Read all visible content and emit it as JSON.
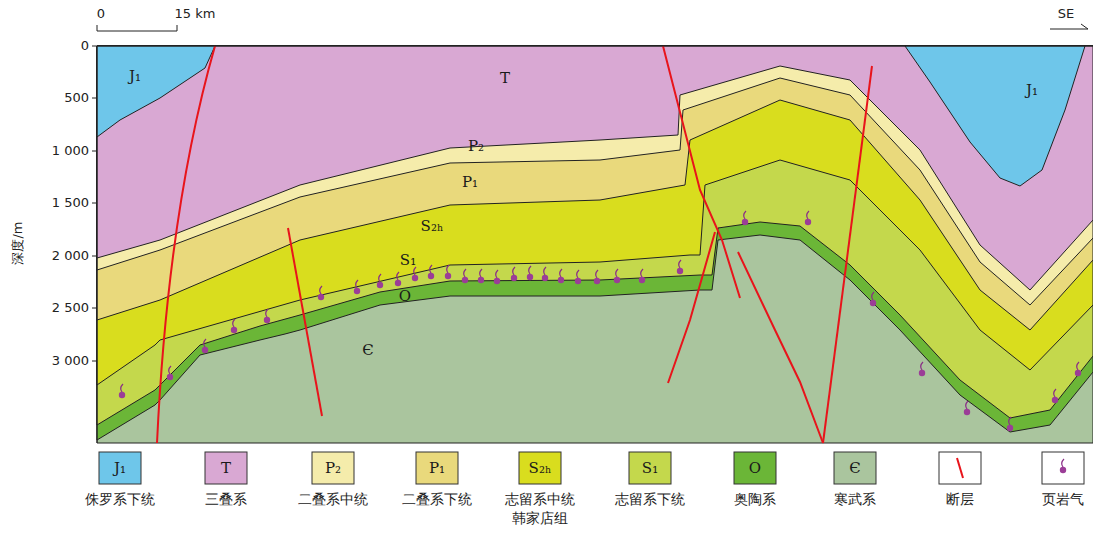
{
  "diagram": {
    "labels": [
      "0",
      "15 km",
      "SE",
      "深度/m",
      "0",
      "500",
      "1 000",
      "1 500",
      "2 000",
      "2 500",
      "3 000",
      "J₁",
      "T",
      "J₁",
      "P₂",
      "P₁",
      "S₂ₕ",
      "S₁",
      "O",
      "Є",
      "J₁",
      "T",
      "P₂",
      "P₁",
      "S₂ₕ",
      "S₁",
      "O",
      "Є"
    ],
    "legend": [
      {
        "text": "侏罗系下统",
        "color": "#6ec6ea"
      },
      {
        "text": "三叠系",
        "color": "#d9a8d3"
      },
      {
        "text": "二叠系中统",
        "color": "#f5ecab"
      },
      {
        "text": "二叠系下统",
        "color": "#e9d97c"
      },
      {
        "text": "志留系中统 韩家店组",
        "color": "#d9dd1e"
      },
      {
        "text": "志留系下统",
        "color": "#c4d84c"
      },
      {
        "text": "奥陶系",
        "color": "#6bb637"
      },
      {
        "text": "寒武系",
        "color": "#aac59e"
      },
      {
        "text": "断层"
      },
      {
        "text": "页岩气"
      }
    ]
  }
}
